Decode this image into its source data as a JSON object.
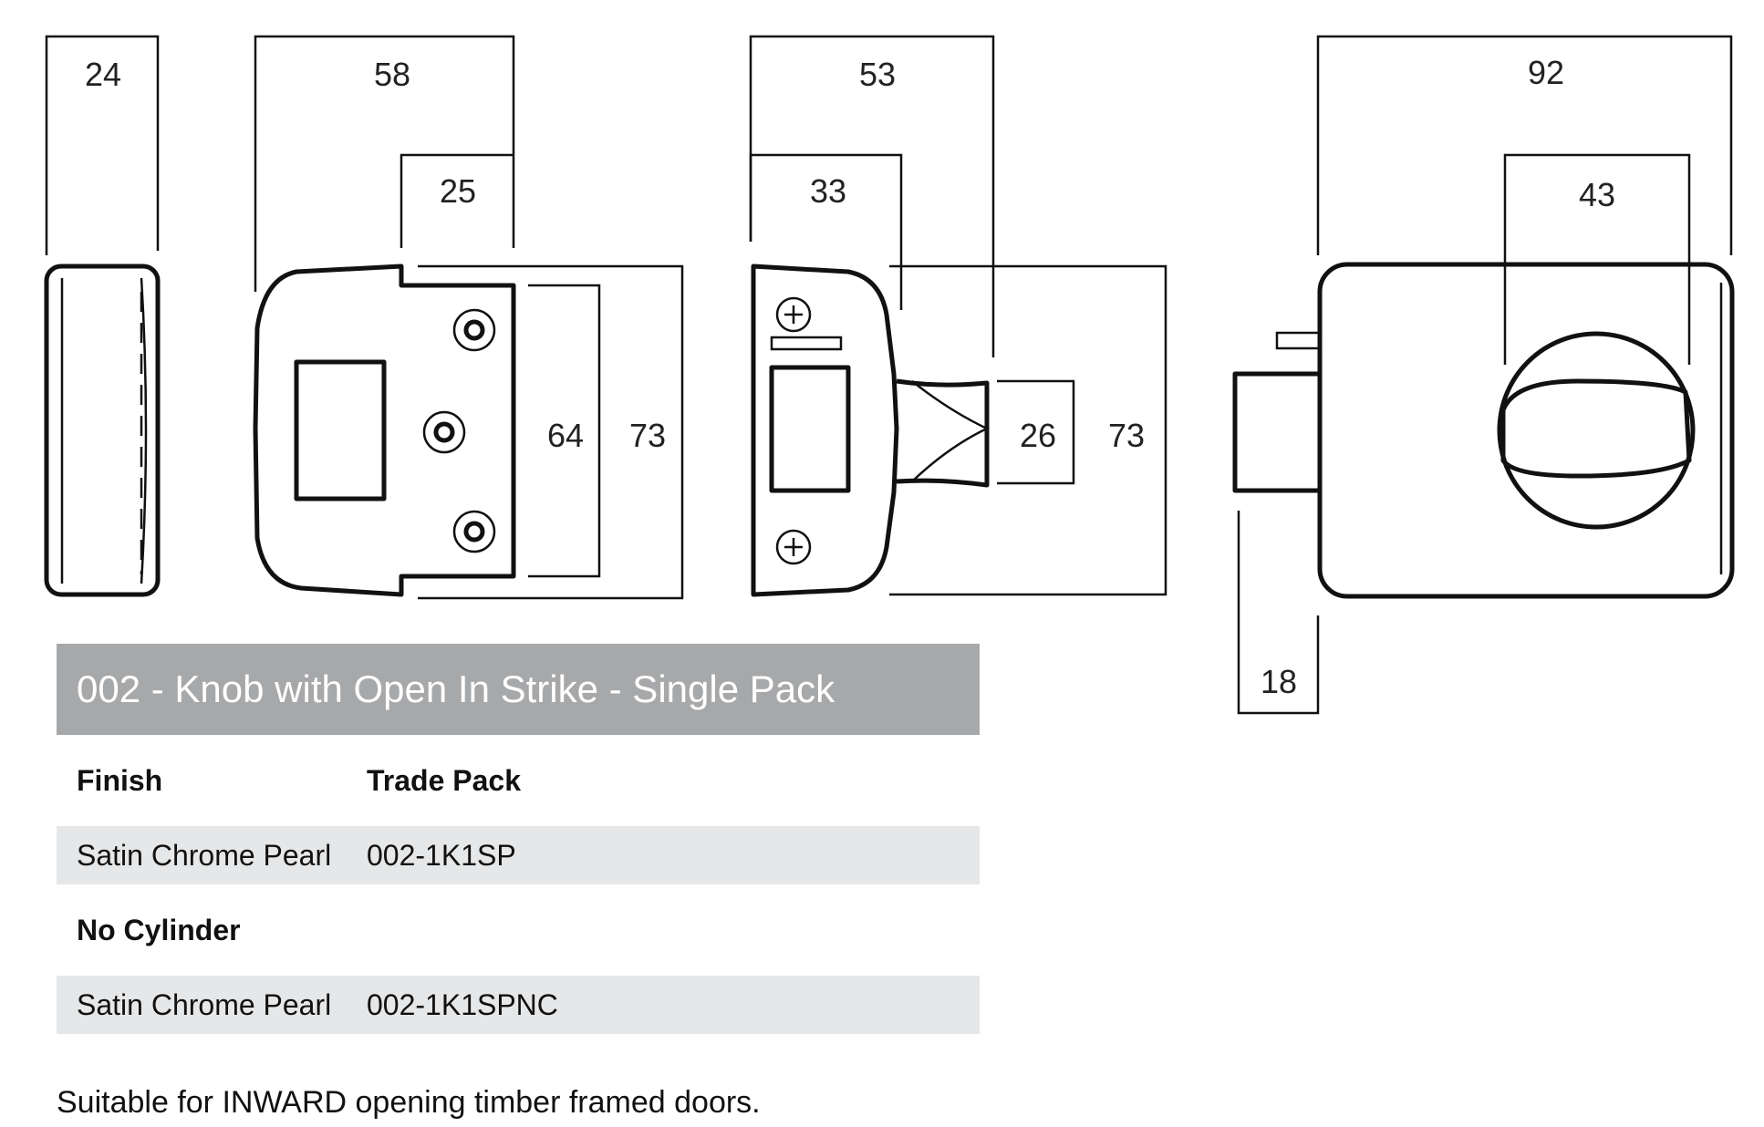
{
  "dimensions": {
    "side_width": "24",
    "strike_width": "58",
    "strike_inner": "25",
    "strike_inner_height": "64",
    "strike_height": "73",
    "knob_width": "53",
    "knob_body": "33",
    "knob_height": "26",
    "knob_total_height": "73",
    "case_width": "92",
    "cylinder_width": "43",
    "bolt_depth": "18"
  },
  "product": {
    "title": "002 - Knob with Open In Strike - Single Pack",
    "header_finish": "Finish",
    "header_trade": "Trade Pack",
    "rows": [
      {
        "finish": "Satin Chrome Pearl",
        "code": "002-1K1SP"
      }
    ],
    "subheading": "No Cylinder",
    "rows_nc": [
      {
        "finish": "Satin Chrome Pearl",
        "code": "002-1K1SPNC"
      }
    ]
  },
  "note": "Suitable for INWARD opening timber framed doors."
}
